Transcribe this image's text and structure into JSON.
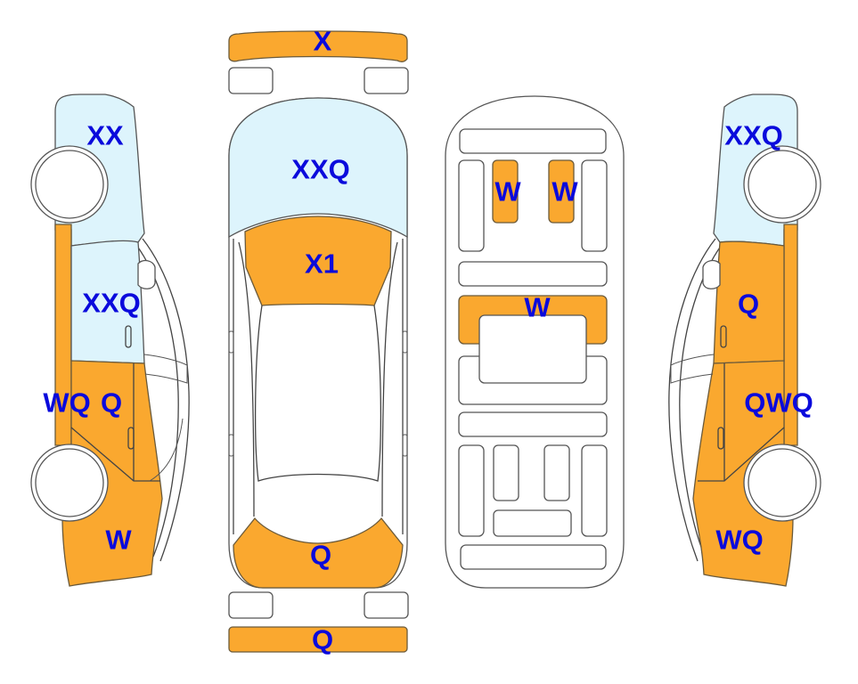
{
  "colors": {
    "damage_orange": "#FAA82F",
    "glass_blue": "#DDF4FC",
    "label_blue": "#0A0ADC",
    "outline": "#555555"
  },
  "views": {
    "left_side": {
      "labels": [
        {
          "id": "left-roof-front",
          "text": "XX"
        },
        {
          "id": "left-window-front",
          "text": "XXQ"
        },
        {
          "id": "left-pillar",
          "text": "WQ"
        },
        {
          "id": "left-door-rear",
          "text": "Q"
        },
        {
          "id": "left-quarter",
          "text": "W"
        }
      ]
    },
    "top_exterior": {
      "labels": [
        {
          "id": "front-bumper",
          "text": "X"
        },
        {
          "id": "windshield",
          "text": "XXQ"
        },
        {
          "id": "hood",
          "text": "X1"
        },
        {
          "id": "trunk",
          "text": "Q"
        },
        {
          "id": "rear-bumper",
          "text": "Q"
        }
      ]
    },
    "interior": {
      "labels": [
        {
          "id": "front-seat-left",
          "text": "W"
        },
        {
          "id": "front-seat-right",
          "text": "W"
        },
        {
          "id": "console",
          "text": "W"
        }
      ]
    },
    "right_side": {
      "labels": [
        {
          "id": "right-roof-front",
          "text": "XXQ"
        },
        {
          "id": "right-door-front",
          "text": "Q"
        },
        {
          "id": "right-door-rear",
          "text": "QWQ"
        },
        {
          "id": "right-quarter",
          "text": "WQ"
        }
      ]
    }
  }
}
